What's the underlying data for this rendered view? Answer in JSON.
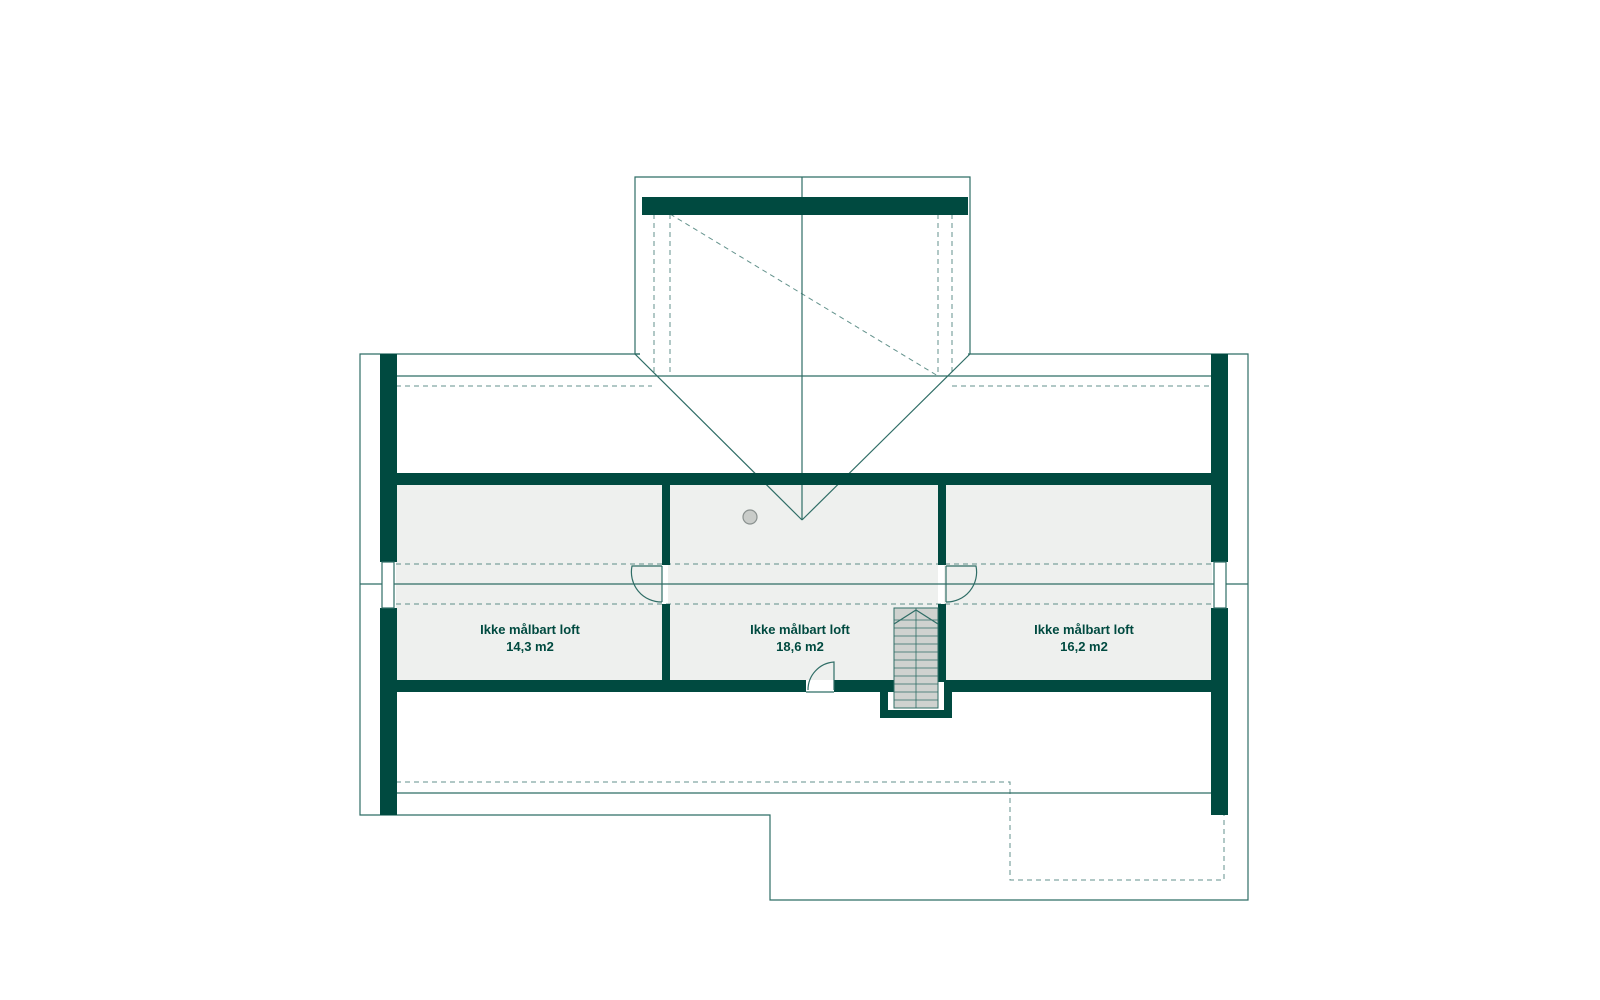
{
  "colors": {
    "wall": "#004a40",
    "line": "#2f6d66",
    "floor": "#eef0ee",
    "background": "#ffffff",
    "stair": "#cfd2cf"
  },
  "rooms": [
    {
      "name": "Ikke målbart loft",
      "area": "14,3 m2"
    },
    {
      "name": "Ikke målbart loft",
      "area": "18,6 m2"
    },
    {
      "name": "Ikke målbart loft",
      "area": "16,2 m2"
    }
  ]
}
